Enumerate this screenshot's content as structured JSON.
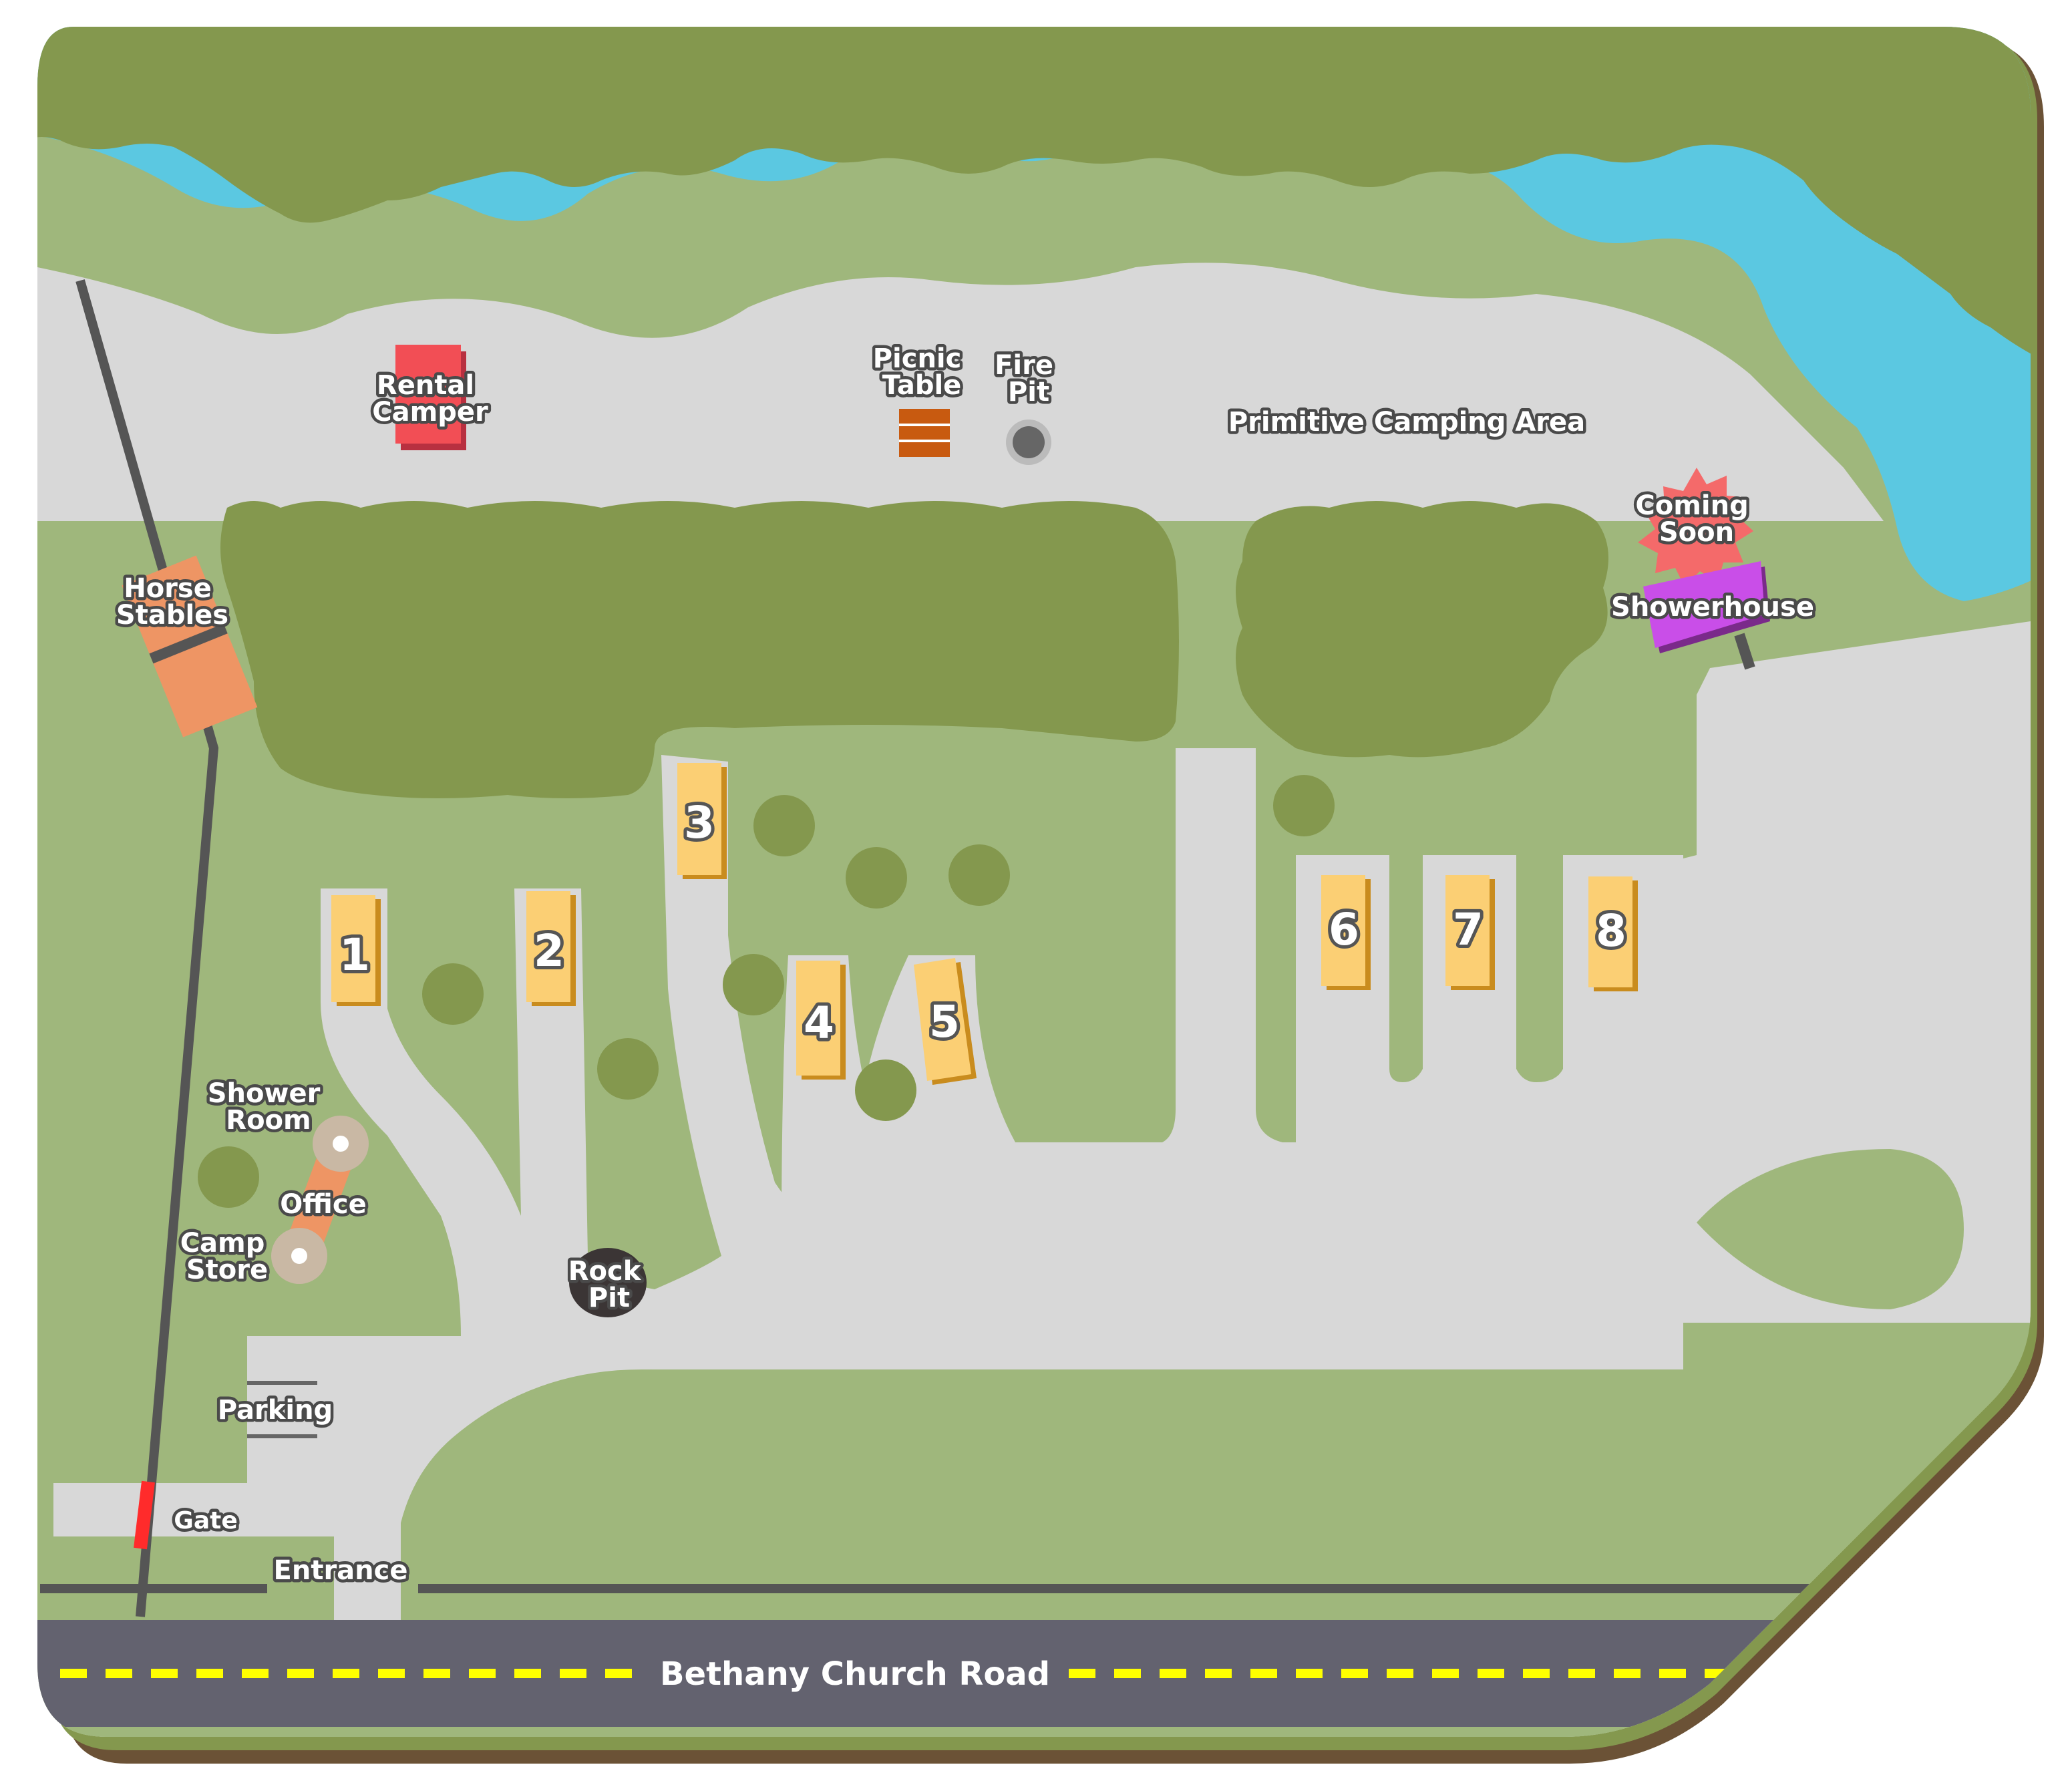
{
  "map": {
    "road": "Bethany Church Road",
    "areas": {
      "primitive_camping": "Primitive Camping Area"
    },
    "features": {
      "rental_camper": [
        "Rental",
        "Camper"
      ],
      "picnic_table": [
        "Picnic",
        "Table"
      ],
      "fire_pit": [
        "Fire",
        "Pit"
      ],
      "horse_stables": [
        "Horse",
        "Stables"
      ],
      "coming_soon": [
        "Coming",
        "Soon"
      ],
      "showerhouse": "Showerhouse",
      "shower_room": [
        "Shower",
        "Room"
      ],
      "office": "Office",
      "camp_store": [
        "Camp",
        "Store"
      ],
      "rock_pit": [
        "Rock",
        "Pit"
      ],
      "parking": "Parking",
      "gate": "Gate",
      "entrance": "Entrance"
    },
    "sites": [
      "1",
      "2",
      "3",
      "4",
      "5",
      "6",
      "7",
      "8"
    ],
    "colors": {
      "forest": "#84984e",
      "grass": "#9fb77c",
      "water": "#5bc8e1",
      "gravel": "#d8d8d8",
      "road": "#63626f",
      "road_stripe": "#ffff00",
      "site_pad": "#fbcf74",
      "rental_camper": "#f24e55",
      "showerhouse": "#c94ee8",
      "stables": "#ee9564",
      "gate": "#ff2b2b",
      "base_edge": "#6b5236"
    }
  }
}
